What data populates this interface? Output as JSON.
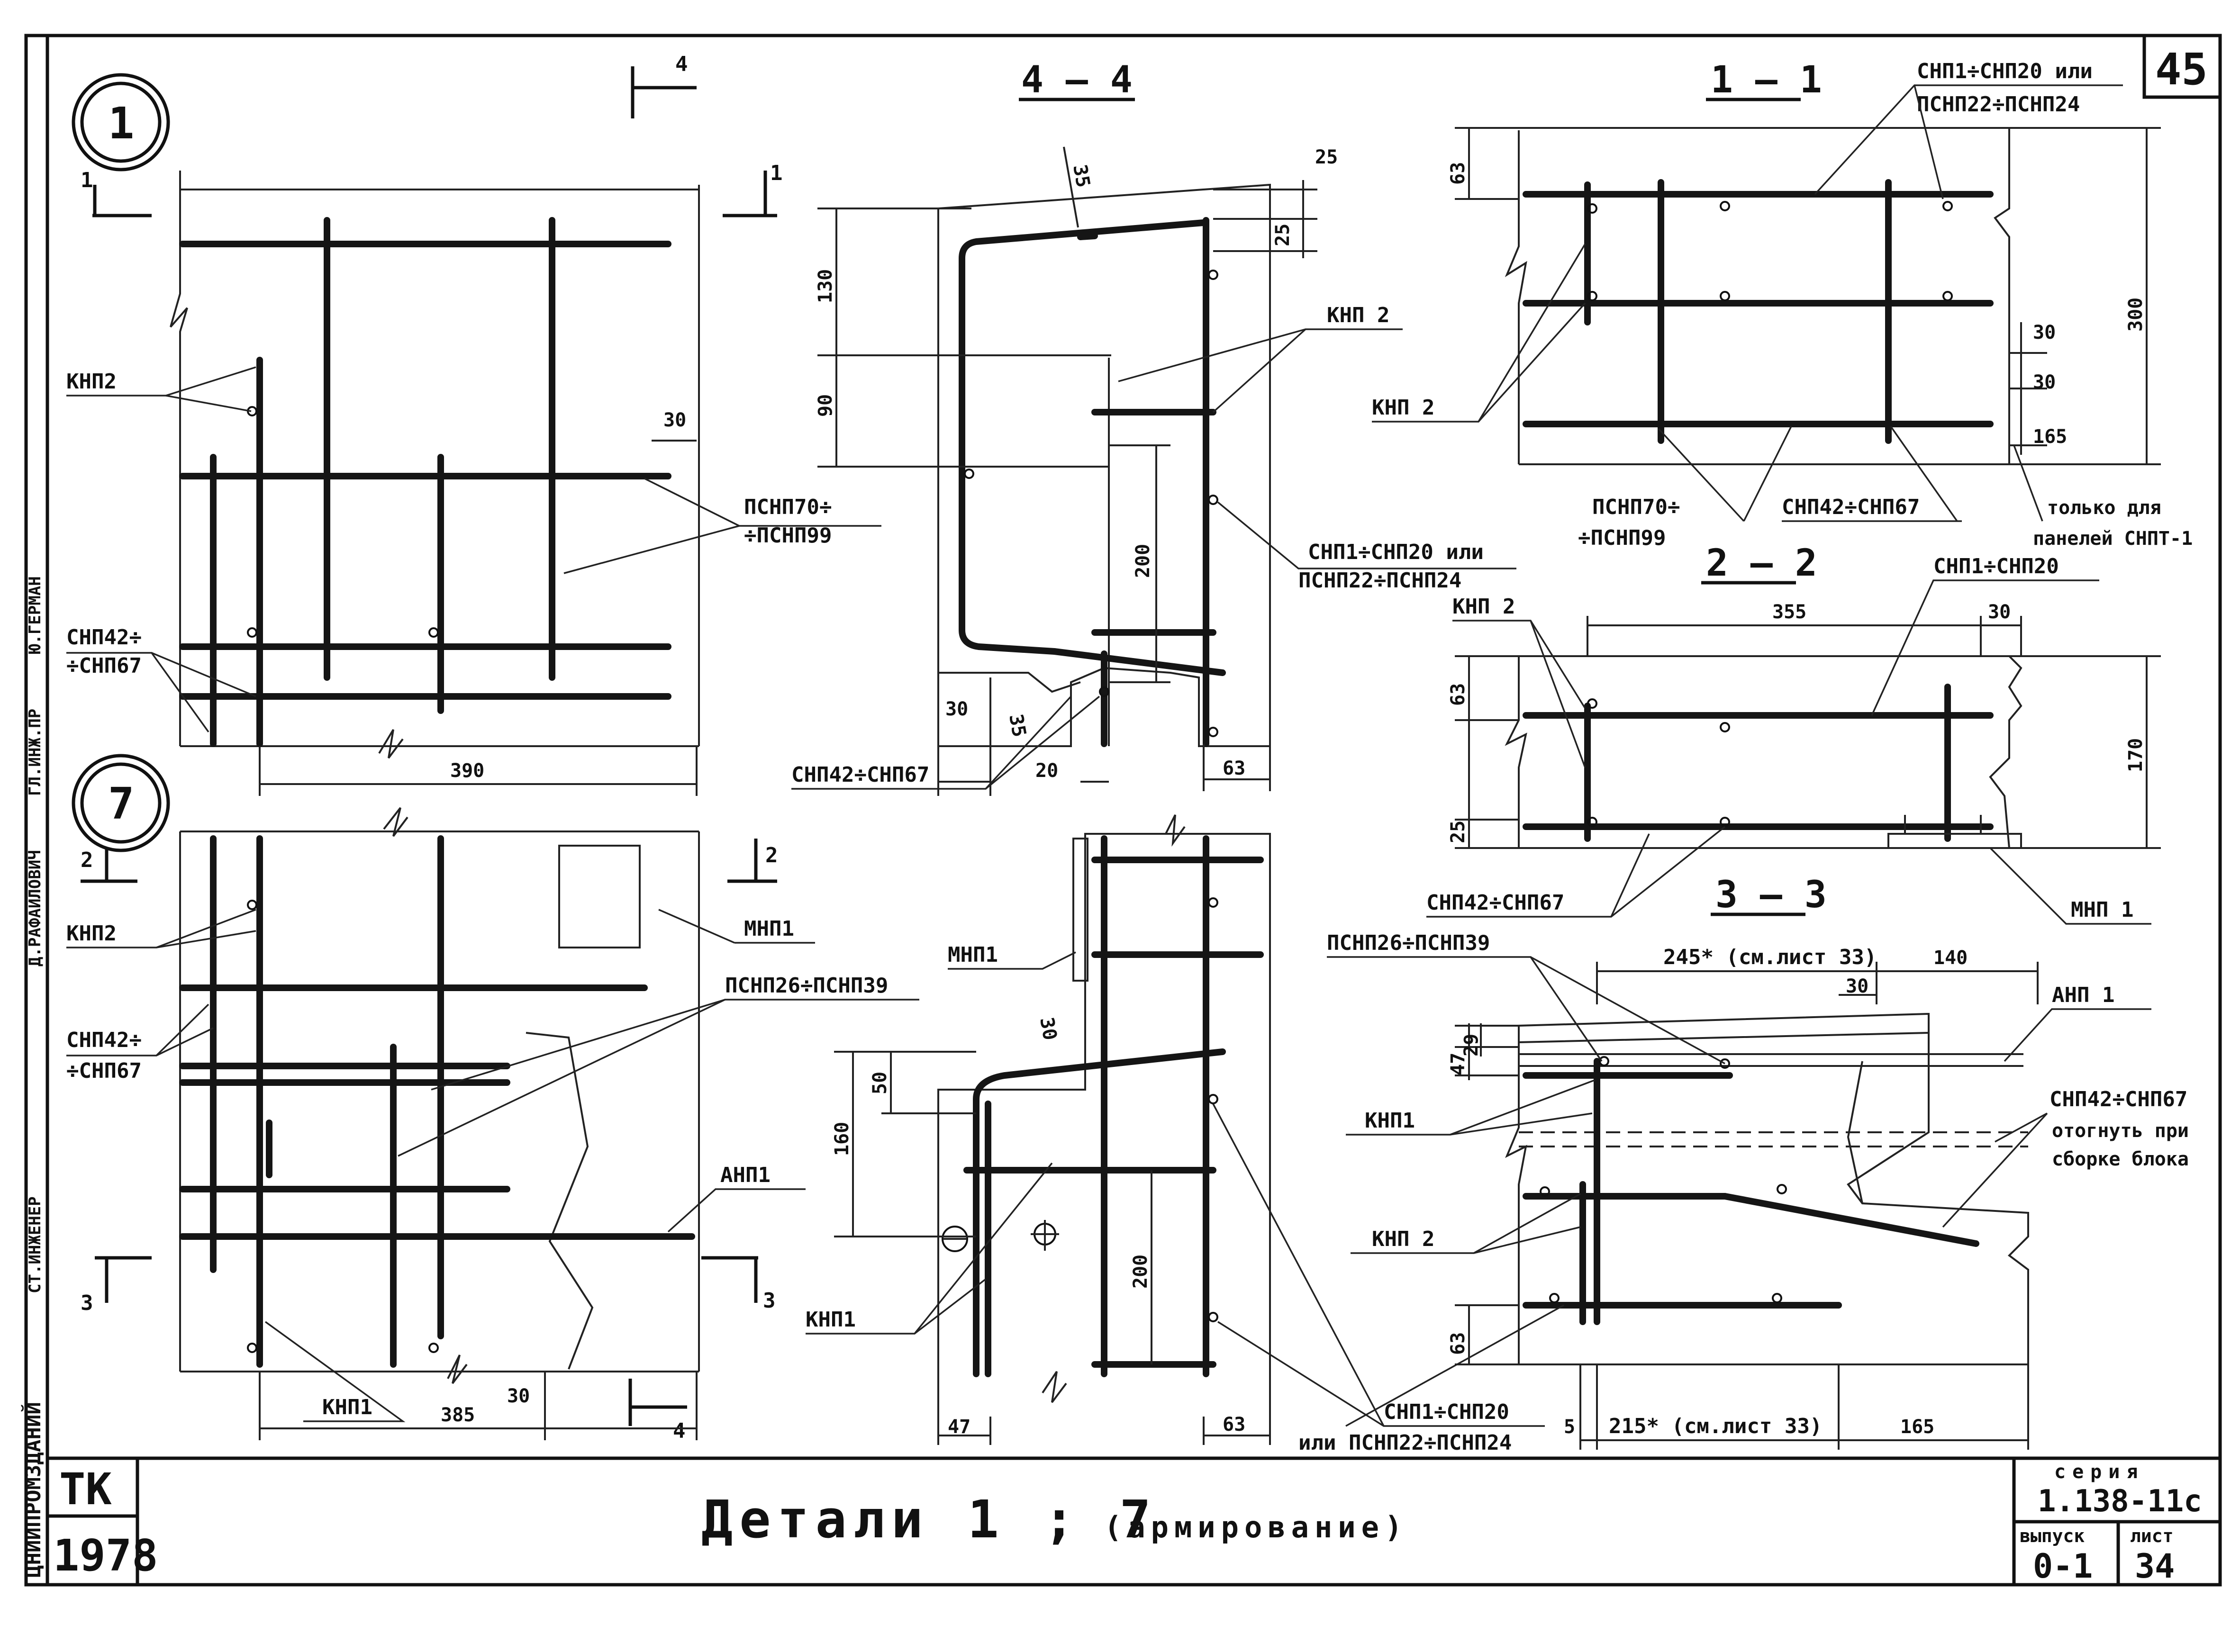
{
  "sheet": {
    "page_no": "45",
    "title": "Детали 1 ; 7",
    "subtitle": "(армирование)",
    "org": "ТК",
    "year": "1978",
    "series_label": "серия",
    "series": "1.138-11с",
    "issue_label": "выпуск",
    "issue": "0-1",
    "sheet_label": "лист",
    "sheet_no": "34",
    "side_stamp": [
      "ЦНИИПРОМЗДАНИЙ",
      "СТ.ИНЖЕНЕР",
      "ГЛ.ИНЖ.ПР",
      "Ю.ГЕРМАН",
      "Д.РАФАИЛОВИЧ"
    ]
  },
  "details": {
    "d1": "1",
    "d7": "7",
    "cut_1": "1",
    "cut_2": "2",
    "cut_3": "3",
    "cut_4": "4"
  },
  "sections": {
    "s44": "4 — 4",
    "s11": "1 — 1",
    "s22": "2 — 2",
    "s33": "3 — 3"
  },
  "labels": {
    "knp2": "КНП2",
    "knp2b": "КНП 2",
    "knp1": "КНП1",
    "mnp1": "МНП1",
    "mnp1b": "МНП 1",
    "anp1": "АНП1",
    "anp1b": "АНП 1",
    "psnp70": "ПСНП70÷",
    "psnp99": "÷ПСНП99",
    "snp42": "СНП42÷",
    "snp67": "÷СНП67",
    "snp42_67": "СНП42÷СНП67",
    "snp1_20_or": "СНП1÷СНП20 или",
    "psnp22_24": "ПСНП22÷ПСНП24",
    "snp1_20": "СНП1÷СНП20",
    "snp1_20b": "СНП1÷СНП20",
    "or_psnp22_24": "или ПСНП22÷ПСНП24",
    "psnp26_39": "ПСНП26÷ПСНП39",
    "bend_1": "отогнуть при",
    "bend_2": "сборке блока",
    "only_1": "только для",
    "only_2": "панелей СНПТ-1",
    "see33a": "245* (см.лист 33)",
    "see33b": "215* (см.лист 33)"
  },
  "dims": {
    "d30": "30",
    "d390": "390",
    "d385": "385",
    "d35": "35",
    "d25": "25",
    "d130": "130",
    "d90": "90",
    "d200": "200",
    "d20": "20",
    "d63": "63",
    "d160": "160",
    "d50": "50",
    "d47": "47",
    "d300": "300",
    "d165": "165",
    "d355": "355",
    "d170": "170",
    "d140": "140",
    "d29": "29",
    "d5": "5"
  }
}
